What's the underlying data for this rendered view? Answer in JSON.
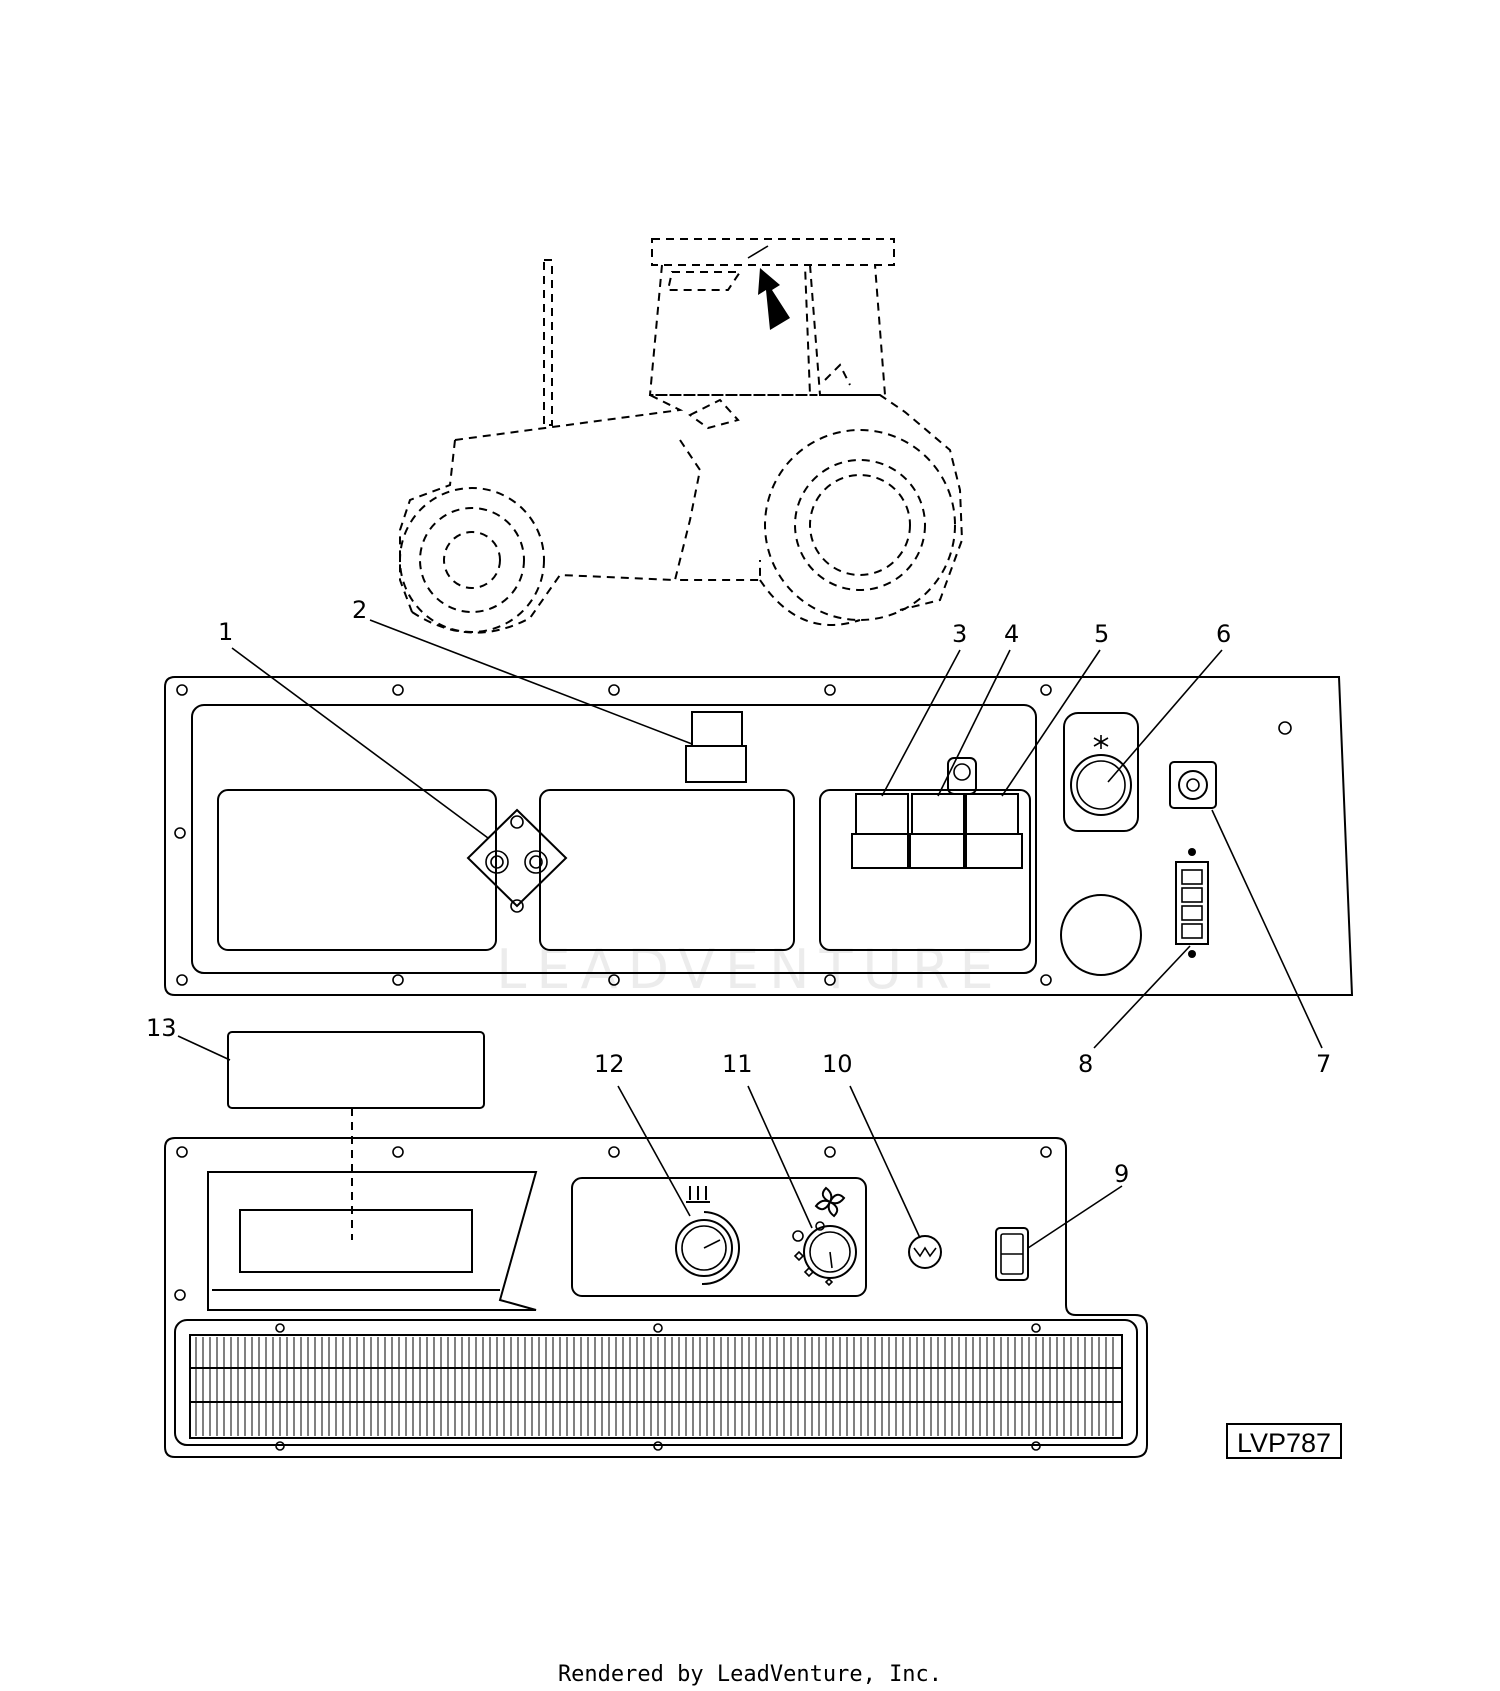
{
  "diagram": {
    "callouts": [
      "1",
      "2",
      "3",
      "4",
      "5",
      "6",
      "7",
      "8",
      "9",
      "10",
      "11",
      "12",
      "13"
    ],
    "figure_code": "LVP787",
    "watermark": "LEADVENTURE",
    "footer": "Rendered by LeadVenture, Inc."
  }
}
